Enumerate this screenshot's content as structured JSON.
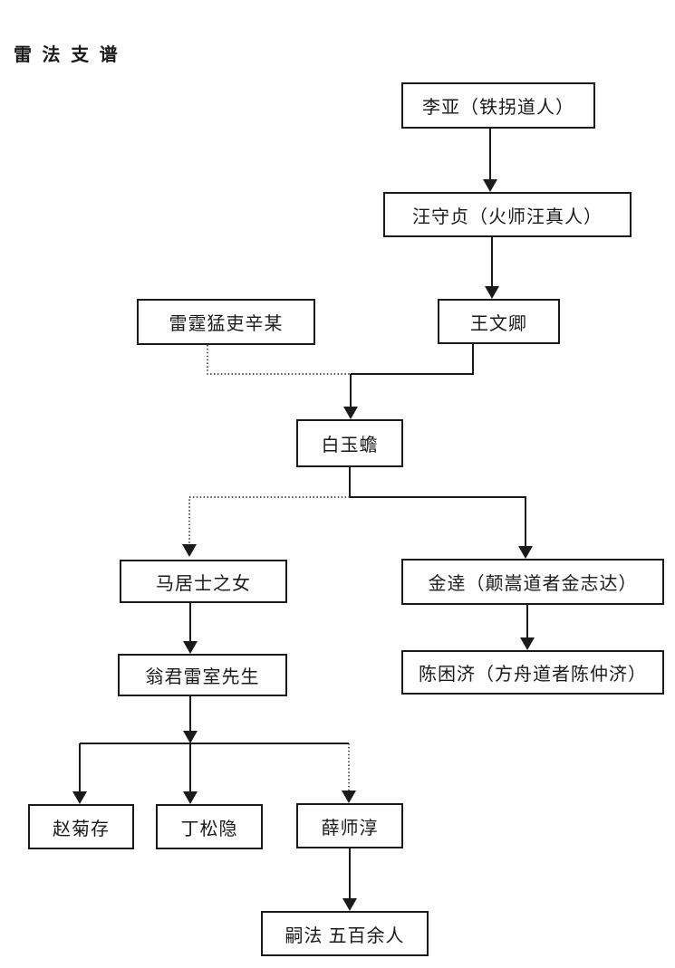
{
  "title": "雷 法 支 谱",
  "colors": {
    "background": "#ffffff",
    "line": "#1a1a1a",
    "box_border": "#1a1a1a",
    "text": "#1a1a1a"
  },
  "nodes": [
    {
      "id": "liya",
      "label": "李亚（铁拐道人）"
    },
    {
      "id": "wangshouzhen",
      "label": "汪守贞（火师汪真人）"
    },
    {
      "id": "xinmou",
      "label": "雷霆猛吏辛某"
    },
    {
      "id": "wangwenqing",
      "label": "王文卿"
    },
    {
      "id": "baiyuchan",
      "label": "白玉蟾"
    },
    {
      "id": "majushi",
      "label": "马居士之女"
    },
    {
      "id": "jinda",
      "label": "金逹（颠嵩道者金志达）"
    },
    {
      "id": "wengjun",
      "label": "翁君雷室先生"
    },
    {
      "id": "chenkunji",
      "label": "陈困济（方舟道者陈仲济）"
    },
    {
      "id": "zhaojucun",
      "label": "赵菊存"
    },
    {
      "id": "dingsongyin",
      "label": "丁松隐"
    },
    {
      "id": "xueshichun",
      "label": "薛师淳"
    },
    {
      "id": "sifa",
      "label": "嗣法 五百余人"
    }
  ],
  "edges": [
    {
      "from": "liya",
      "to": "wangshouzhen",
      "style": "solid"
    },
    {
      "from": "wangshouzhen",
      "to": "wangwenqing",
      "style": "solid"
    },
    {
      "from": "wangwenqing",
      "to": "baiyuchan",
      "style": "solid"
    },
    {
      "from": "xinmou",
      "to": "baiyuchan",
      "style": "dotted"
    },
    {
      "from": "baiyuchan",
      "to": "majushi",
      "style": "dotted"
    },
    {
      "from": "baiyuchan",
      "to": "jinda",
      "style": "solid"
    },
    {
      "from": "majushi",
      "to": "wengjun",
      "style": "solid"
    },
    {
      "from": "jinda",
      "to": "chenkunji",
      "style": "solid"
    },
    {
      "from": "wengjun",
      "to": "zhaojucun",
      "style": "solid"
    },
    {
      "from": "wengjun",
      "to": "dingsongyin",
      "style": "solid"
    },
    {
      "from": "wengjun",
      "to": "xueshichun",
      "style": "dotted"
    },
    {
      "from": "xueshichun",
      "to": "sifa",
      "style": "solid"
    }
  ]
}
